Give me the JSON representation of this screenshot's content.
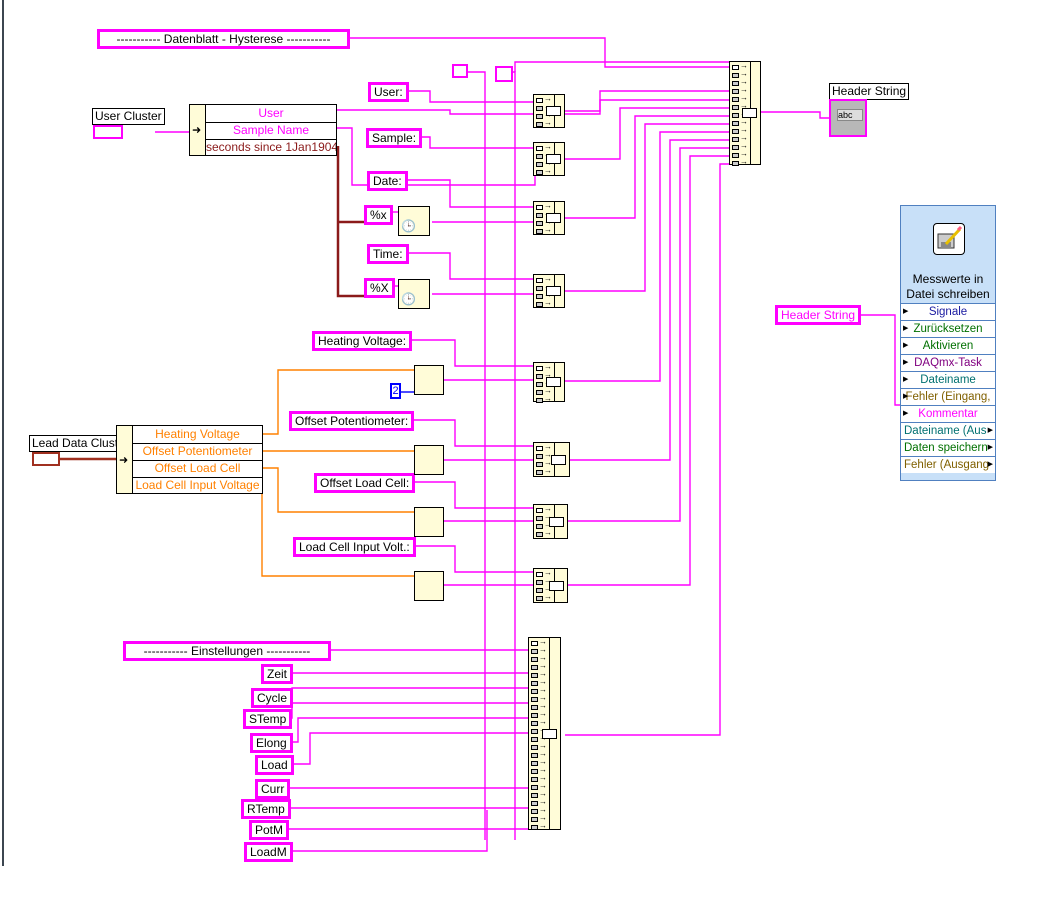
{
  "diagram": {
    "type": "labview-block-diagram",
    "wire_colors": {
      "string": "#ff00ff",
      "cluster": "#a03020",
      "numeric": "#ff8000",
      "integer": "#0000ff",
      "timestamp": "#8b1a1a"
    },
    "string_constants": {
      "datenblatt": "-----------   Datenblatt - Hysterese   -----------",
      "einstellungen": "-----------   Einstellungen   -----------",
      "user": "User:",
      "sample": "Sample:",
      "date": "Date:",
      "date_format": "%x",
      "time": "Time:",
      "time_format": "%X",
      "heating_voltage": "Heating Voltage:",
      "offset_potentiometer": "Offset Potentiometer:",
      "offset_load_cell": "Offset Load Cell:",
      "load_cell_input_volt": "Load Cell Input Volt.:",
      "header_string_const": "Header String",
      "columns": [
        "Zeit",
        "Cycle",
        "STemp",
        "Elong",
        "Load",
        "Curr",
        "RTemp",
        "PotM",
        "LoadM"
      ]
    },
    "user_cluster": {
      "label": "User Cluster",
      "unbundle_fields": [
        "User",
        "Sample Name",
        "seconds since 1Jan1904"
      ]
    },
    "lead_data_cluster": {
      "label": "Lead Data Cluste",
      "unbundle_fields": [
        "Heating Voltage",
        "Offset Potentiometer",
        "Offset Load Cell",
        "Load Cell Input Voltage"
      ]
    },
    "numeric_constant": "2",
    "header_indicator": {
      "label": "Header String",
      "display": "abc"
    },
    "express_vi": {
      "title_line1": "Messwerte in",
      "title_line2": "Datei schreiben",
      "inputs": [
        {
          "label": "Signale",
          "color": "#1a1aa0"
        },
        {
          "label": "Zurücksetzen",
          "color": "#007000"
        },
        {
          "label": "Aktivieren",
          "color": "#007000"
        },
        {
          "label": "DAQmx-Task",
          "color": "#800080"
        },
        {
          "label": "Dateiname",
          "color": "#007070"
        },
        {
          "label": "Fehler (Eingang,",
          "color": "#806000"
        },
        {
          "label": "Kommentar",
          "color": "#ff00ff"
        }
      ],
      "outputs": [
        {
          "label": "Dateiname (Aus",
          "color": "#007070"
        },
        {
          "label": "Daten speichern",
          "color": "#007000"
        },
        {
          "label": "Fehler (Ausgang",
          "color": "#806000"
        }
      ]
    }
  }
}
